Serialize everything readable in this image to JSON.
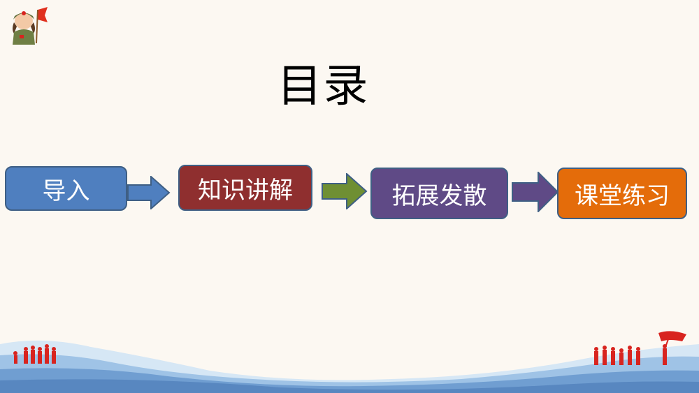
{
  "title": "目录",
  "steps": [
    {
      "label": "导入",
      "color": "#4f7fbf"
    },
    {
      "label": "知识讲解",
      "color": "#8f2f2f"
    },
    {
      "label": "拓展发散",
      "color": "#5f4a86"
    },
    {
      "label": "课堂练习",
      "color": "#e46c0a"
    }
  ],
  "arrows": [
    {
      "color": "#4f7fbf"
    },
    {
      "color": "#6f8f33"
    },
    {
      "color": "#5f4a86"
    }
  ],
  "colors": {
    "background": "#fcf8f2",
    "border": "#3f5f84",
    "wave": "#9fc3e6",
    "silhouette": "#d8241f"
  }
}
